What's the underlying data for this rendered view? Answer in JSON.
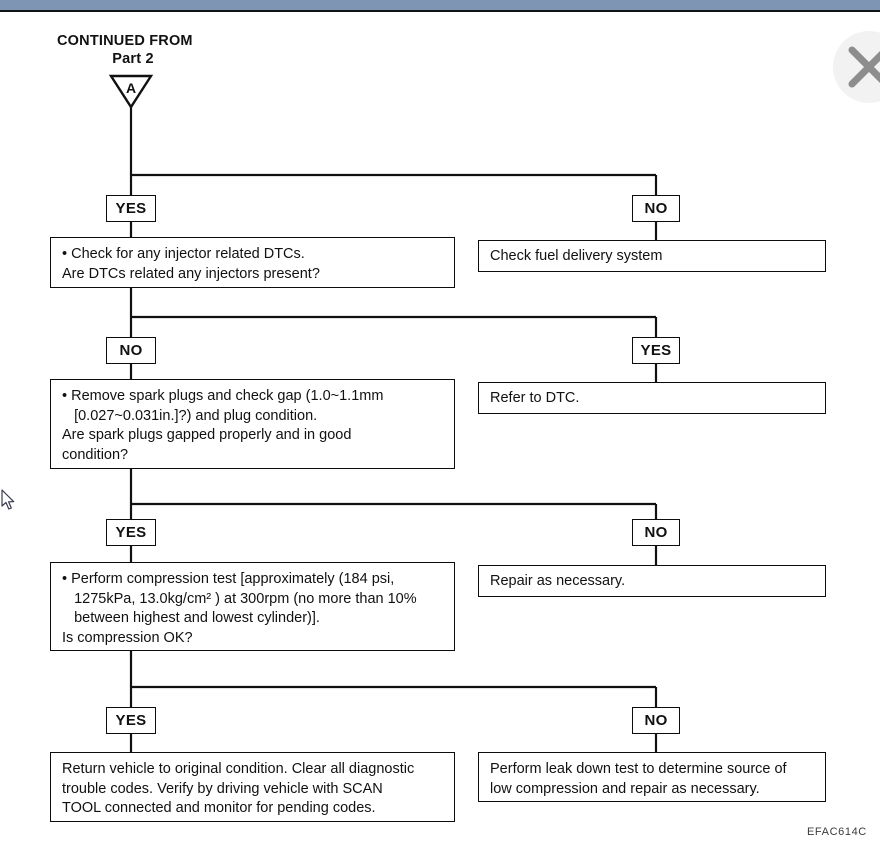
{
  "window": {
    "titlebar_color": "#7e95b4",
    "close_icon": "close-icon",
    "close_label": "Close"
  },
  "diagram": {
    "figure_code": "EFAC614C",
    "header": {
      "line1": "CONTINUED FROM",
      "line2": "Part 2"
    },
    "connector": {
      "letter": "A",
      "shape": "triangle-down"
    },
    "rows": [
      {
        "left_label": "YES",
        "right_label": "NO",
        "left_text": "• Check for any injector related DTCs.\nAre DTCs related any injectors present?",
        "right_text": "Check fuel delivery system"
      },
      {
        "left_label": "NO",
        "right_label": "YES",
        "left_text": "• Remove spark plugs and check gap (1.0~1.1mm\n   [0.027~0.031in.]?) and plug condition.\nAre spark plugs gapped properly and in good\ncondition?",
        "right_text": "Refer to DTC."
      },
      {
        "left_label": "YES",
        "right_label": "NO",
        "left_text": "• Perform compression test [approximately (184 psi,\n   1275kPa, 13.0kg/cm² ) at 300rpm (no more than 10%\n   between highest and lowest cylinder)].\nIs compression OK?",
        "right_text": "Repair as necessary."
      },
      {
        "left_label": "YES",
        "right_label": "NO",
        "left_text": "Return vehicle to original condition. Clear all diagnostic\ntrouble codes. Verify by driving vehicle with SCAN\nTOOL connected and monitor for pending codes.",
        "right_text": "Perform leak down test to determine source of\nlow compression and repair as necessary."
      }
    ]
  }
}
